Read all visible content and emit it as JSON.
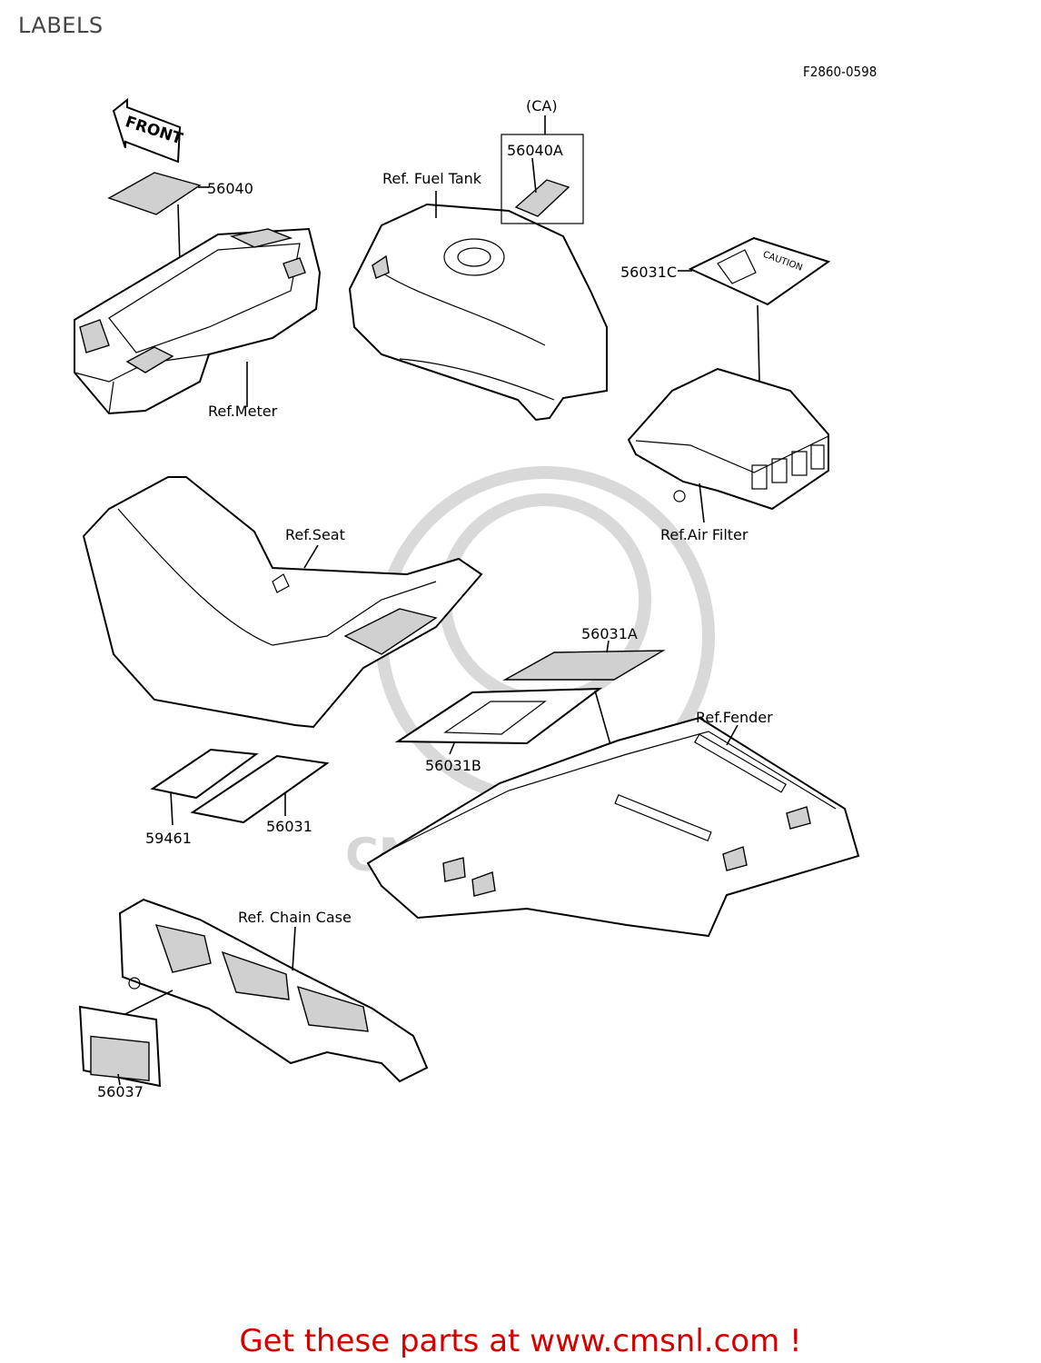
{
  "page_title": "LABELS",
  "figure_code": "F2860-0598",
  "front_arrow_text": "FRONT",
  "caution_text": "CAUTION",
  "labels": {
    "ca": "(CA)",
    "p56040A": "56040A",
    "ref_fuel_tank": "Ref. Fuel Tank",
    "p56040": "56040",
    "p56031C": "56031C",
    "ref_meter": "Ref.Meter",
    "ref_air_filter": "Ref.Air Filter",
    "ref_seat": "Ref.Seat",
    "p56031A": "56031A",
    "ref_fender": "Ref.Fender",
    "p56031B": "56031B",
    "p59461": "59461",
    "p56031": "56031",
    "ref_chain_case": "Ref. Chain Case",
    "p56037": "56037"
  },
  "watermark_text": "CMSNL.COM",
  "footer_text": "Get these parts at www.cmsnl.com !",
  "colors": {
    "footer": "#d40000",
    "watermark": "#d6d6d6"
  }
}
